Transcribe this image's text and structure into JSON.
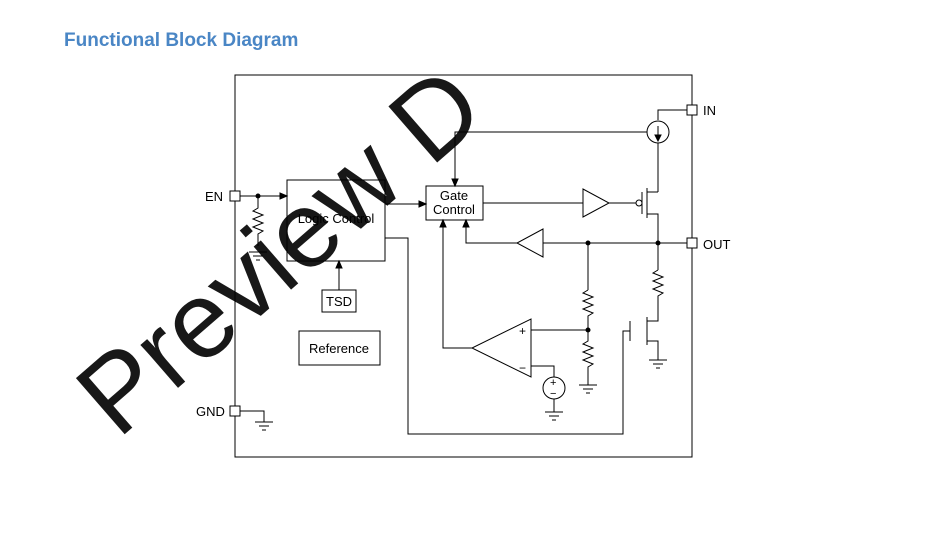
{
  "title": "Functional Block Diagram",
  "watermark": "Preview D",
  "pins": {
    "en": "EN",
    "gnd": "GND",
    "in": "IN",
    "out": "OUT"
  },
  "blocks": {
    "logic_control": "Logic Control",
    "tsd": "TSD",
    "reference": "Reference",
    "gate_control_line1": "Gate",
    "gate_control_line2": "Control"
  },
  "comparator_signs": {
    "plus": "+",
    "minus": "−"
  },
  "source_signs": {
    "plus": "+",
    "minus": "−"
  },
  "colors": {
    "title": "#4a86c5",
    "watermark": "#f9d5bd",
    "lines": "#000000"
  }
}
